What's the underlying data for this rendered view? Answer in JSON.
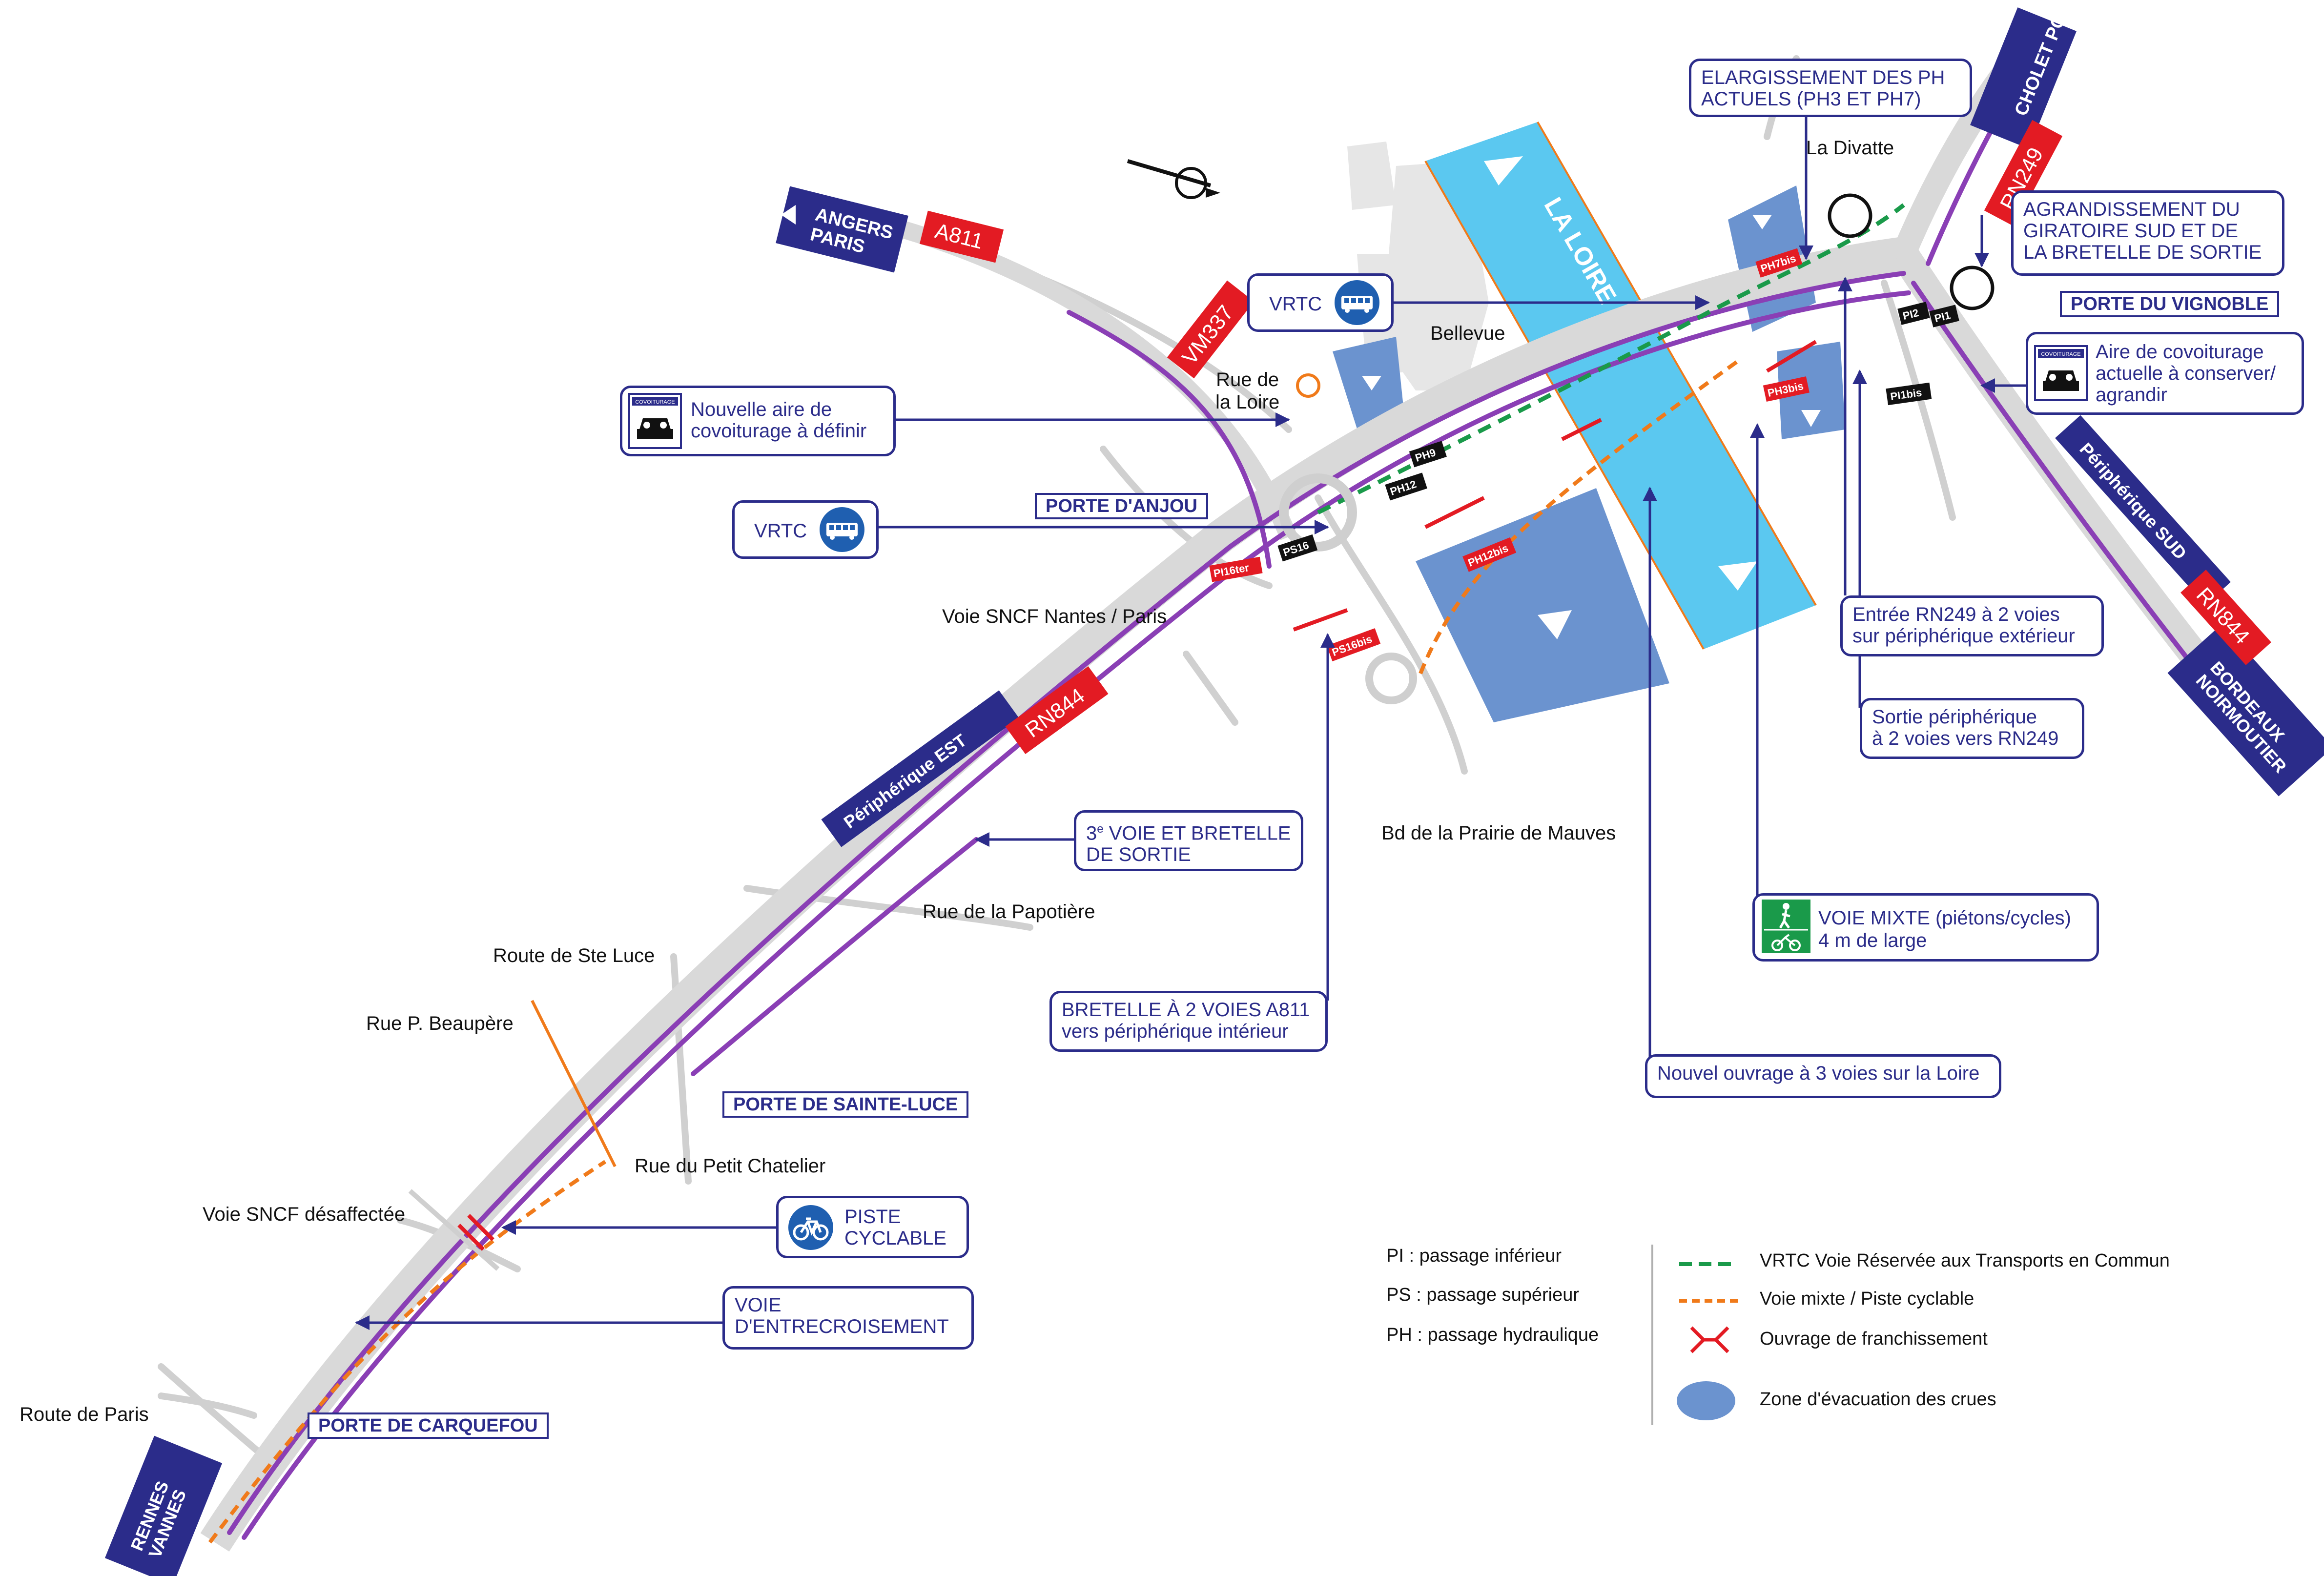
{
  "colors": {
    "navy": "#2b2c8a",
    "route_purple": "#8a3fb5",
    "road_grey": "#d9d9d9",
    "river": "#5bc8f0",
    "flood_zone": "#6b93cf",
    "red_label": "#e31b23",
    "vrtc_green": "#1a9a4a",
    "cycle_orange": "#f07a1a"
  },
  "directions": {
    "angers_paris": "ANGERS\nPARIS",
    "cholet_poitiers": "CHOLET\nPOITIERS",
    "bordeaux_noirmoutier": "BORDEAUX\nNOIRMOUTIER",
    "rennes_vannes": "RENNES\nVANNES",
    "peripherique_est": "Périphérique EST",
    "peripherique_sud": "Périphérique SUD"
  },
  "road_shields": {
    "a811": "A811",
    "vm337": "VM337",
    "rn844_est": "RN844",
    "rn844_sud": "RN844",
    "rn249": "RN249"
  },
  "structure_tags": {
    "ph7bis": "PH7bis",
    "ph3bis": "PH3bis",
    "ph12bis": "PH12bis",
    "pi16ter": "PI16ter",
    "ps16bis": "PS16bis",
    "ph9": "PH9",
    "ph12": "PH12",
    "ps16": "PS16",
    "pi2": "PI2",
    "pi1": "PI1",
    "pi1bis": "PI1bis"
  },
  "places": {
    "la_loire": "LA LOIRE",
    "bellevue": "Bellevue",
    "la_divatte": "La Divatte",
    "rue_de_la_loire": "Rue de\nla Loire",
    "voie_sncf_nantes": "Voie SNCF Nantes / Paris",
    "bd_prairie": "Bd de la Prairie de Mauves",
    "rue_papotiere": "Rue de la Papotière",
    "route_ste_luce": "Route de Ste Luce",
    "rue_beaupere": "Rue P. Beaupère",
    "rue_petit_chatelier": "Rue du Petit Chatelier",
    "voie_sncf_desaffectee": "Voie SNCF désaffectée",
    "route_de_paris": "Route de Paris"
  },
  "portes": {
    "anjou": "PORTE D'ANJOU",
    "vignoble": "PORTE DU VIGNOBLE",
    "sainte_luce": "PORTE DE SAINTE-LUCE",
    "carquefou": "PORTE DE CARQUEFOU"
  },
  "callouts": {
    "elargissement": "ELARGISSEMENT DES PH\nACTUELS (PH3 ET PH7)",
    "agrandissement": "AGRANDISSEMENT DU\nGIRATOIRE SUD ET DE\nLA BRETELLE DE SORTIE",
    "vrtc_top": "VRTC",
    "vrtc_mid": "VRTC",
    "nouvelle_aire": "Nouvelle aire de\ncovoiturage à définir",
    "aire_actuelle": "Aire de covoiturage\nactuelle à conserver/\nagrandir",
    "entree_rn249": "Entrée RN249 à 2 voies\nsur périphérique extérieur",
    "sortie_periph": "Sortie périphérique\nà 2 voies vers RN249",
    "troisieme_voie_sup": "e",
    "troisieme_voie_a": "3",
    "troisieme_voie_b": " VOIE ET BRETELLE\nDE SORTIE",
    "voie_mixte_title": "VOIE MIXTE (piétons/cycles)",
    "voie_mixte_sub": "4 m de large",
    "bretelle_a811": "BRETELLE À 2 VOIES A811\nvers périphérique intérieur",
    "nouvel_ouvrage": "Nouvel ouvrage à 3 voies sur la Loire",
    "piste_cyclable": "PISTE\nCYCLABLE",
    "voie_entrecroisement": "VOIE\nD'ENTRECROISEMENT",
    "covoiturage_sign": "COVOITURAGE"
  },
  "legend": {
    "pi": "PI : passage inférieur",
    "ps": "PS : passage supérieur",
    "ph": "PH : passage hydraulique",
    "vrtc": "VRTC Voie Réservée aux Transports en Commun",
    "mixte": "Voie mixte / Piste cyclable",
    "ouvrage": "Ouvrage de franchissement",
    "zone": "Zone d'évacuation des crues"
  }
}
